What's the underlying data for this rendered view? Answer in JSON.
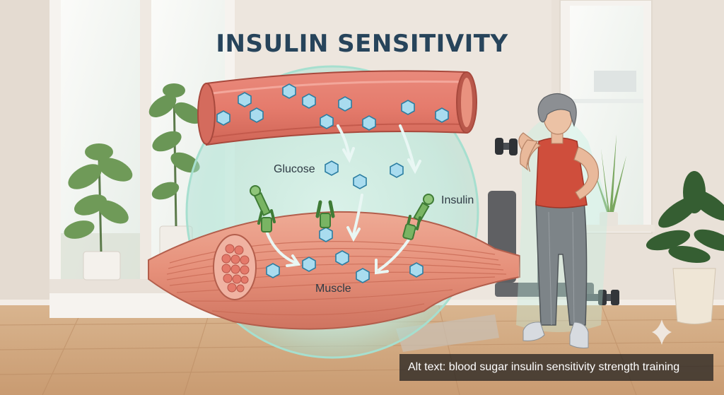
{
  "title": "INSULIN SENSITIVITY",
  "labels": {
    "glucose": "Glucose",
    "insulin": "Insulin",
    "muscle": "Muscle"
  },
  "caption": "Alt text: blood sugar insulin sensitivity strength training",
  "icons": [
    "glucose-molecule-icon",
    "insulin-receptor-icon",
    "dumbbell-icon",
    "sparkle-icon"
  ],
  "colors": {
    "title": "#27445b",
    "vessel": "#e27b6e",
    "glucose": "#a9dcef",
    "receptor": "#79b463",
    "muscle": "#e69a86",
    "halo": "#c4ecdf"
  }
}
